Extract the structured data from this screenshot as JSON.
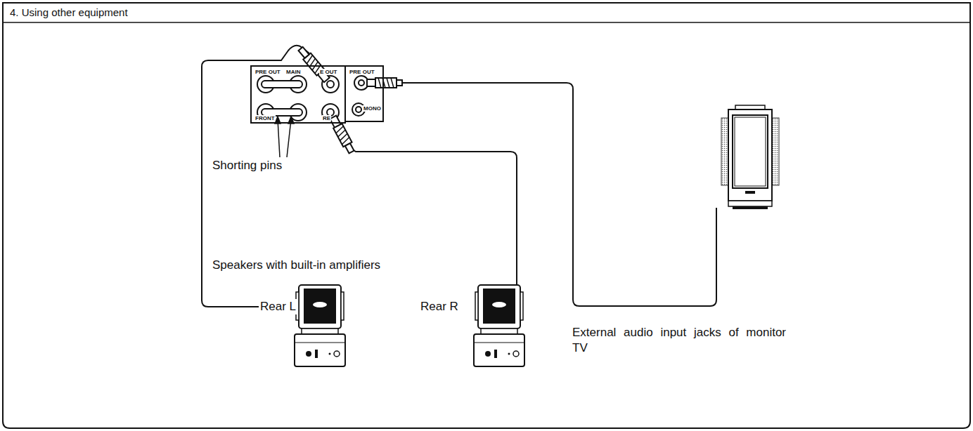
{
  "diagram": {
    "title": "4. Using other equipment",
    "nodes": [
      {
        "text": [
          "PRE OUT",
          "MAIN",
          "E OUT",
          "FRONT",
          "RE"
        ]
      },
      {
        "text": [
          "PRE OUT",
          "MONO"
        ]
      }
    ],
    "labels": [
      "Shorting pins",
      "External audio input jacks of monitor TV",
      "Speakers with built-in amplifiers",
      "Rear L",
      "Rear R"
    ]
  }
}
